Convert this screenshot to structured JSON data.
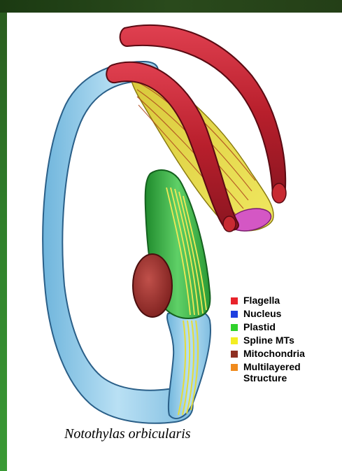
{
  "legend": {
    "items": [
      {
        "label": "Flagella",
        "color": "#e8232b"
      },
      {
        "label": "Nucleus",
        "color": "#1e3fe0"
      },
      {
        "label": "Plastid",
        "color": "#2fd12b"
      },
      {
        "label": "Spline MTs",
        "color": "#f3ee22"
      },
      {
        "label": "Mitochondria",
        "color": "#8e2f22"
      },
      {
        "label": "Multilayered Structure",
        "color": "#f08a1c"
      }
    ]
  },
  "caption": "Notothylas orbicularis",
  "colors": {
    "background": "#ffffff",
    "border_green": "#2f7e2a",
    "flagella": "#c8202f",
    "nucleus_body": "#9fd2ea",
    "plastid": "#39b54a",
    "spline": "#e8e050",
    "mitochondria": "#a02a2a",
    "multilayer": "#d060c0"
  }
}
